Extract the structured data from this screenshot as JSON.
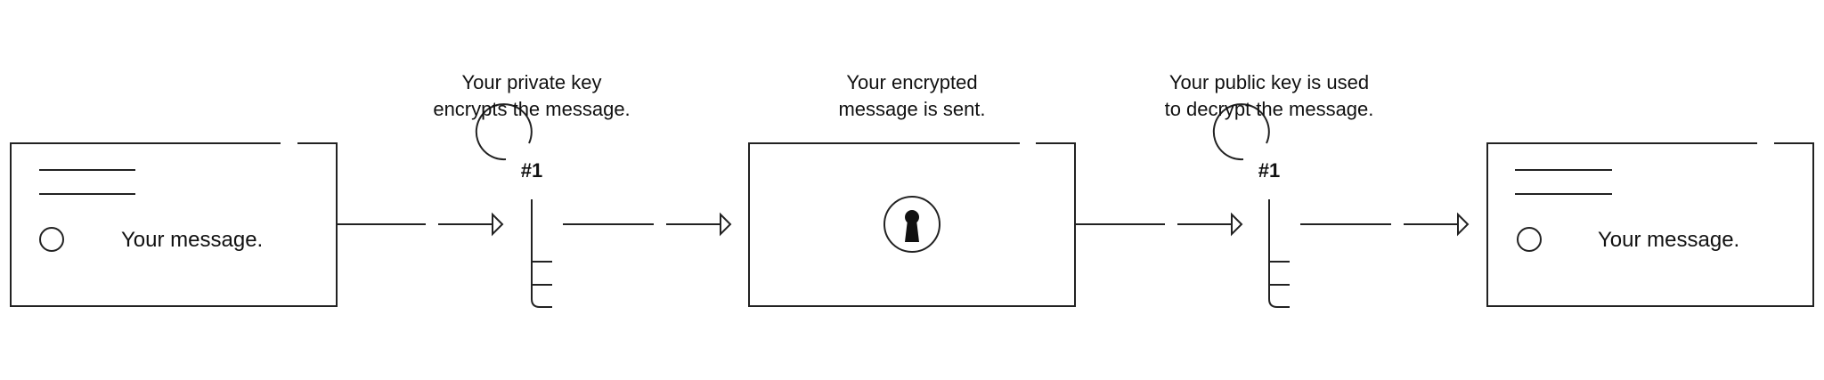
{
  "steps": {
    "source_message": {
      "text": "Your message."
    },
    "encrypt": {
      "caption_line1": "Your private key",
      "caption_line2": "encrypts the message.",
      "key_label": "#1"
    },
    "sent": {
      "caption_line1": "Your encrypted",
      "caption_line2": "message is sent."
    },
    "decrypt": {
      "caption_line1": "Your public key is used",
      "caption_line2": "to decrypt the message.",
      "key_label": "#1"
    },
    "result_message": {
      "text": "Your message."
    }
  },
  "colors": {
    "line": "#222222",
    "text": "#111111",
    "background": "#ffffff"
  },
  "icons": [
    "key-icon",
    "keyhole-icon",
    "arrow-icon",
    "circle-bullet-icon"
  ]
}
